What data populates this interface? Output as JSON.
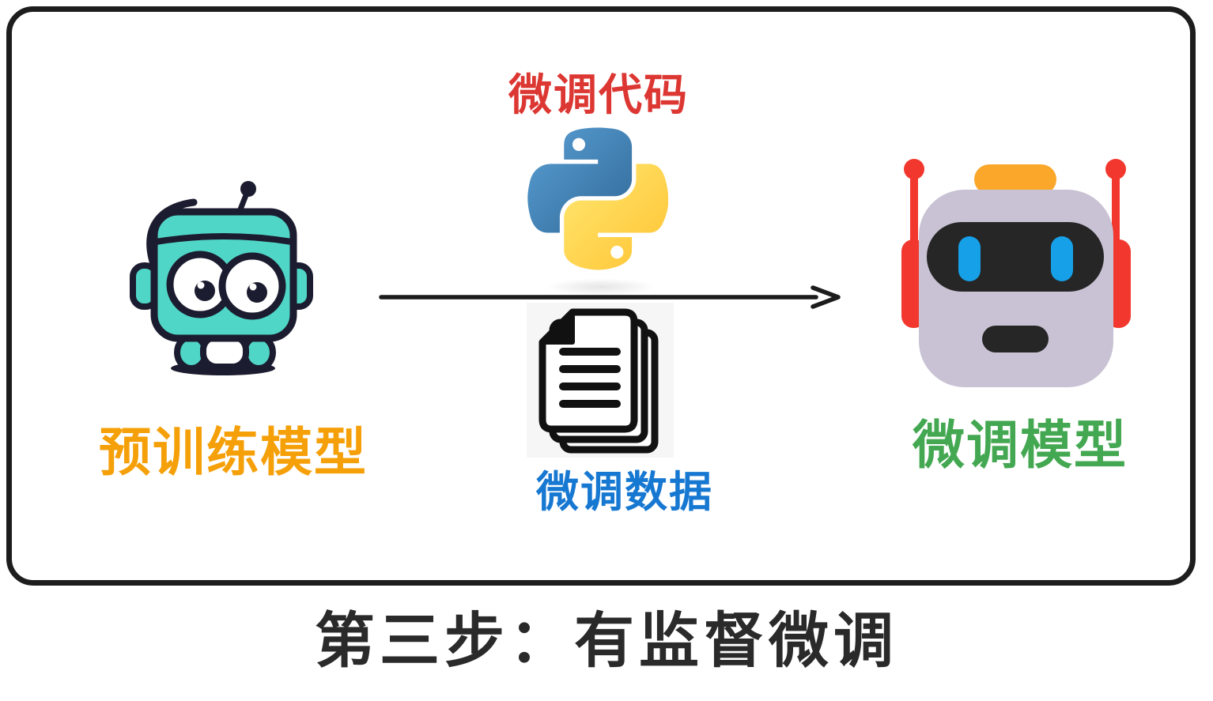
{
  "diagram": {
    "caption": "第三步：有监督微调",
    "frame": {
      "border_color": "#1D1D1D",
      "background": "#FFFFFF"
    },
    "arrow": {
      "direction": "left-to-right",
      "color": "#1C1C1C"
    },
    "nodes": {
      "pretrained_model": {
        "label": "预训练模型",
        "label_color": "#F5A009",
        "icon": "teal-robot-mascot-icon",
        "icon_colors": {
          "body": "#4FD6C6",
          "outline": "#1C1C30",
          "eyes": "#FFFFFF"
        }
      },
      "finetune_code": {
        "label": "微调代码",
        "label_color": "#DC3732",
        "icon": "python-logo-icon",
        "icon_colors": {
          "blue_top": "#5A9FD4",
          "blue_bottom": "#306998",
          "yellow_top": "#FFE873",
          "yellow_bottom": "#FFC331"
        }
      },
      "finetune_data": {
        "label": "微调数据",
        "label_color": "#1778D2",
        "icon": "document-stack-icon",
        "icon_colors": {
          "ink": "#111111",
          "paper": "#FFFFFF",
          "background": "#F6F6F6"
        }
      },
      "finetuned_model": {
        "label": "微调模型",
        "label_color": "#43A851",
        "icon": "purple-robot-head-icon",
        "icon_colors": {
          "head": "#C9C2D4",
          "antenna_red": "#F2382E",
          "hat_orange": "#FBA72A",
          "eyes_blue": "#16A0E8",
          "visor_black": "#262626"
        }
      }
    }
  }
}
